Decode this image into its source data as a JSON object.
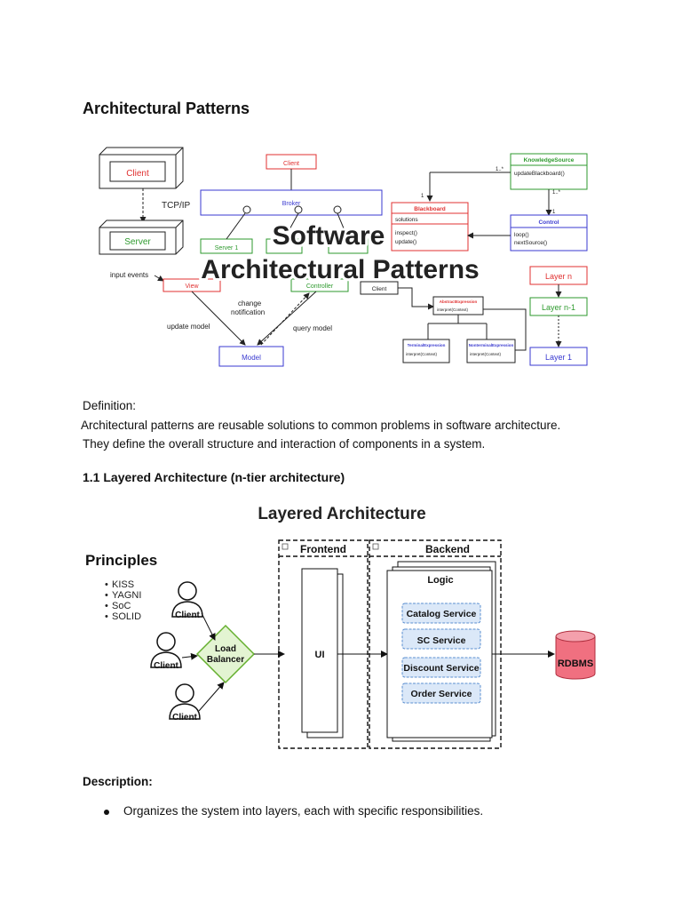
{
  "heading": "Architectural Patterns",
  "diagram1": {
    "overlay_title_line1": "Software",
    "overlay_title_line2": "Architectural Patterns",
    "client_server": {
      "client": "Client",
      "protocol": "TCP/IP",
      "server": "Server"
    },
    "broker": {
      "client": "Client",
      "broker": "Broker",
      "server1": "Server 1"
    },
    "mvc": {
      "input_events": "input events",
      "view": "View",
      "controller": "Controller",
      "change_notification_1": "change",
      "change_notification_2": "notification",
      "update_model": "update model",
      "query_model": "query model",
      "model": "Model"
    },
    "blackboard": {
      "knowledge_source": "KnowledgeSource",
      "update_blackboard": "updateBlackboard()",
      "blackboard": "Blackboard",
      "solutions": "solutions",
      "inspect": "inspect()",
      "update": "update()",
      "control": "Control",
      "loop": "loop()",
      "next_source": "nextSource()",
      "mult_1n": "1..*",
      "mult_1n_b": "1..*",
      "mult_1": "1",
      "mult_1b": "1"
    },
    "interpreter": {
      "client": "Client",
      "abstract_expression": "AbstractExpression",
      "interpret": "interpret(Context)",
      "terminal": "TerminalExpression",
      "terminal_method": "interpret(Context)",
      "nonterminal": "NonterminalExpression",
      "nonterminal_method": "interpret(Context)"
    },
    "layers": {
      "layer_n": "Layer n",
      "layer_n1": "Layer n-1",
      "layer_1": "Layer 1"
    }
  },
  "definition_label": "Definition:",
  "definition_line1": " Architectural patterns are reusable solutions to common problems in software architecture.",
  "definition_line2": "They define the overall structure and interaction of components in a system.",
  "section_heading": "1.1 Layered Architecture (n-tier architecture)",
  "diagram2": {
    "title": "Layered Architecture",
    "principles_title": "Principles",
    "principles": [
      "KISS",
      "YAGNI",
      "SoC",
      "SOLID"
    ],
    "client": "Client",
    "load_balancer_1": "Load",
    "load_balancer_2": "Balancer",
    "frontend": "Frontend",
    "backend": "Backend",
    "ui": "UI",
    "logic": "Logic",
    "services": [
      "Catalog Service",
      "SC Service",
      "Discount Service",
      "Order Service"
    ],
    "rdbms": "RDBMS"
  },
  "description_label": "Description:",
  "bullet_1": "Organizes the system into layers, each with specific responsibilities.",
  "colors": {
    "red": "#e03030",
    "green": "#2e9a2e",
    "blue": "#3a3ad0",
    "service_fill": "#dbe8f8",
    "db": "#f07080"
  }
}
